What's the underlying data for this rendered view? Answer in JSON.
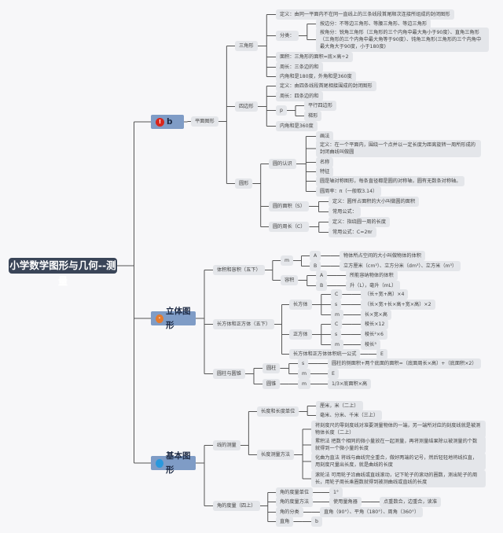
{
  "root": "小学数学图形与几何--测量",
  "colors": {
    "root_bg": "#3a4558",
    "main_bg": "#7f9cc6",
    "node_bg": "#e4e6ea",
    "line": "#555555",
    "dot_red": "#d8261c",
    "dot_orange": "#e57a2d",
    "dot_blue": "#2a98dc"
  },
  "branch1": {
    "label": "b",
    "icon": "!",
    "plane": "平面图形",
    "triangle": {
      "label": "三角形",
      "def": "定义：由同一平面内不在同一直线上的三条线段首尾顺次连接所组成的封闭图形",
      "classify": "分类：",
      "by_side": "按边分：不等边三角形、等腰三角形、等边三角形",
      "by_angle": "按角分：锐角三角形（三角形的三个内角中最大角小于90度）、直角三角形（三角形的三个内角中最大角等于90度）、钝角三角形(三角形的三个内角中最大角大于90度，小于180度)",
      "area": "面积：三角形的面积=底×高÷2",
      "perimeter": "周长：三条边的和",
      "angles": "内角和是180度，外角和是360度"
    },
    "quad": {
      "label": "四边形",
      "def": "定义：由四条线段首尾相接围成的封闭图形",
      "perimeter": "周长：四条边的和",
      "p": "p",
      "parallelogram": "平行四边形",
      "trapezoid": "梯形",
      "angles": "内角和是360度"
    },
    "circle": {
      "label": "圆形",
      "know": "圆的认识",
      "k1": "画法",
      "k2": "定义：在一个平面内，围绕一个点并以一定长度为距离旋转一周所形成的封闭曲线叫做圆",
      "k3": "名称",
      "k4": "特征",
      "k5": "圆是轴对称图形，每条直径都是圆的对称轴，圆有无数条对称轴。",
      "k6": "圆周率：π（一般取3.14）",
      "area": "圆的面积（S）",
      "area_def": "定义：圆所占面积的大小叫做圆的面积",
      "area_formula": "常用公式：",
      "circ": "圆的周长（C）",
      "circ_def": "定义：指绕圆一周的长度",
      "circ_formula": "常用公式：C=2πr"
    }
  },
  "branch2": {
    "label": "立体图形",
    "icon": "·",
    "vol": {
      "label": "体积和容积（五下）",
      "m": "m",
      "mA": "A",
      "mA_text": "物体所占空间的大小叫做物体的体积",
      "mB": "B",
      "mB_text": "立方厘米（cm³）、立方分米（dm³）、立方米（m³）",
      "cap": "容积",
      "cA": "A",
      "cA_text": "所能容纳物体的体积",
      "cB": "B",
      "cB_text": "升（L），毫升（mL）"
    },
    "cuboid": {
      "label": "长方体和正方体（五下）",
      "rect": "长方体",
      "rC": "C",
      "rC_text": "（长+宽+高）×4",
      "rS": "s",
      "rS_text": "（长×宽+长×高+宽×高）×2",
      "rM": "m",
      "rM_text": "长×宽×高",
      "cube": "正方体",
      "qC": "C",
      "qC_text": "棱长×12",
      "qS": "s",
      "qS_text": "棱长²×6",
      "qM": "m",
      "qM_text": "棱长³",
      "unified": "长方体和正方体体积统一公式",
      "unified_v": "E"
    },
    "cyl": {
      "label": "圆柱与圆锥",
      "cyl": "圆柱",
      "cS": "s",
      "cS_text": "圆柱的侧面积+两个底面的面积=（底面周长×高）+（底面积×2）",
      "cM": "m",
      "cM_text": "E",
      "cone": "圆锥",
      "nM": "m",
      "nM_text": "1/3×底面积×高"
    }
  },
  "branch3": {
    "label": "基本图形",
    "icon": "",
    "line": {
      "label": "线的测量",
      "unit": "长度和长度单位",
      "u1": "厘米，米（二上）",
      "u2": "毫米、分米、千米（三上）",
      "method": "长度测量方法",
      "m1": "将刻度尺的零刻度线对准要测量物体的一端，另一端所对应的刻度线就是被测物体长度（二上）",
      "m2": "累积法 把数个相同的微小量放在一起测量，再将测量结果除以被测量的个数就得到一个微小量的长度",
      "m3": "化曲为直法 将线与曲线完全重合，做好两端的记号，然后轻轻地将线拉直，用刻度尺量出长度，就是曲线的长度",
      "m4": "滚轮法 可用轮子沿曲线或直线滚动，记下轮子的滚动的圈数，测出轮子的周长，用轮子周长乘圈数就得到被测曲线或直线的长度"
    },
    "angle": {
      "label": "角的度量（四上）",
      "unit": "角的度量单位",
      "unit_v": "1°",
      "method": "角的度量方法",
      "tool": "使用量角器",
      "tool_v": "点重数合，边重合，读准",
      "cls": "角的分类",
      "cls_v": "直角（90°）、平角（180°）、周角（360°）",
      "right": "直角",
      "right_v": "b"
    }
  }
}
